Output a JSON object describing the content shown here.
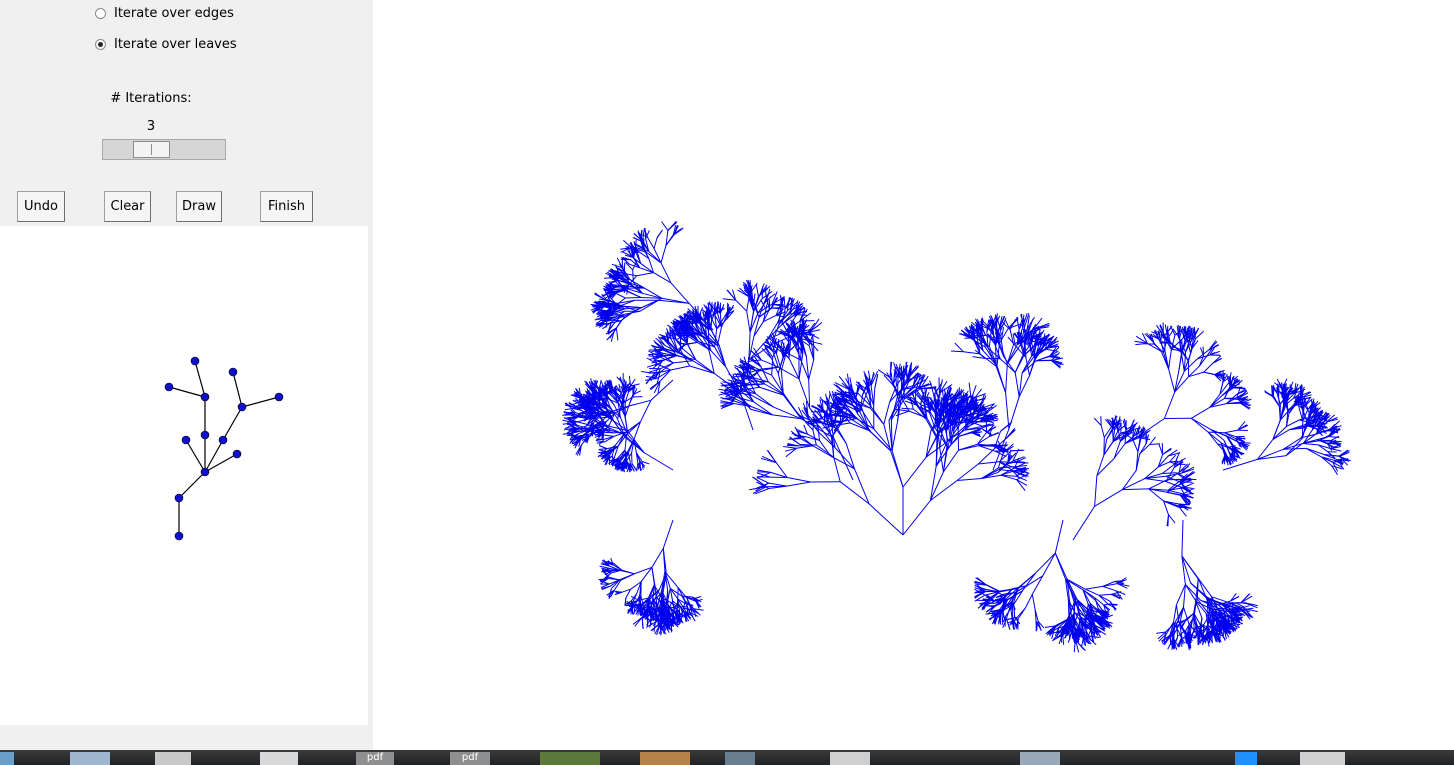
{
  "controls": {
    "radio_edges_label": "Iterate over edges",
    "radio_leaves_label": "Iterate over leaves",
    "selected_mode": "leaves",
    "iterations_label": "# Iterations:",
    "iterations_value": "3",
    "iterations_fraction": 0.3
  },
  "buttons": {
    "undo": "Undo",
    "clear": "Clear",
    "draw": "Draw",
    "finish": "Finish"
  },
  "colors": {
    "fractal_stroke": "#0000ee",
    "node_fill": "#1010cc",
    "edge_stroke": "#000000",
    "panel_bg": "#f0f0f0"
  },
  "taskbar": {
    "labels": [
      "pdf",
      "pdf"
    ]
  }
}
